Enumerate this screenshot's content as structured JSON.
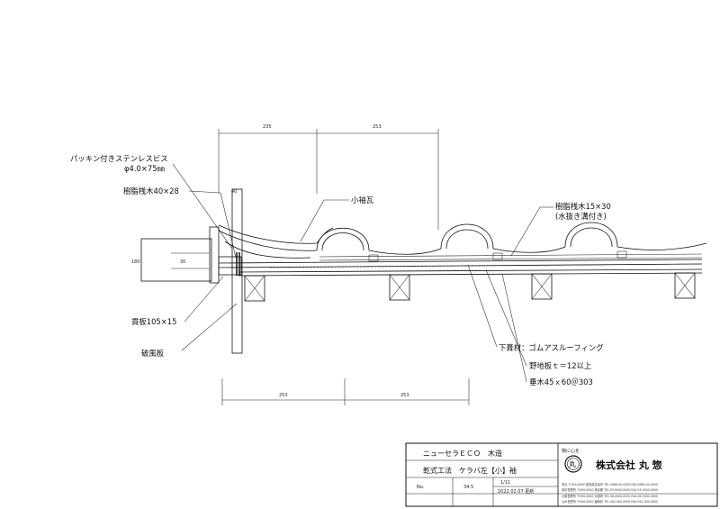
{
  "labels": {
    "screw_line1": "パッキン付きステンレスビス",
    "screw_line2": "φ4.0×75㎜",
    "resin_batten_40x28": "樹脂桟木40×28",
    "kosode_tile": "小袖瓦",
    "resin_batten_15x30_line1": "樹脂桟木15×30",
    "resin_batten_15x30_line2": "(水抜き溝付き)",
    "nuki_board": "貫板105×15",
    "hafu_board": "破風板",
    "underlay": "下葺材：ゴムアスルーフィング",
    "sheathing": "野地板ｔ＝12以上",
    "rafter": "垂木45ｘ60＠303"
  },
  "dimensions": {
    "top_left": "235",
    "top_right": "253",
    "bottom_left": "253",
    "bottom_right": "253",
    "board_width": "40",
    "fascia_height": "180",
    "batten_height": "30"
  },
  "title_block": {
    "product": "ニューセラＥＣＯ　木造",
    "method": "乾式工法　ケラバ左【小】袖",
    "drawing_no_label": "No.",
    "drawing_no": "34-5",
    "scale": "1/11",
    "date": "2022.02.07 更新",
    "slogan": "物に心を",
    "seal": "丸",
    "company": "株式会社 丸 惣",
    "address_line1": "本社 〒000-0000 愛知県高浜市 TEL.0566-00-0000 FAX.0566-00-0000",
    "address_line2": "東京営業所 〒000-0000 東京都 TEL.03-0000-0000 FAX.03-0000-0000",
    "address_line3": "大阪営業所 〒000-0000 大阪府 TEL.06-0000-0000 FAX.06-0000-0000",
    "address_line4": "九州営業所 〒000-0000 福岡県 TEL.092-000-0000 FAX.092-000-0000"
  }
}
